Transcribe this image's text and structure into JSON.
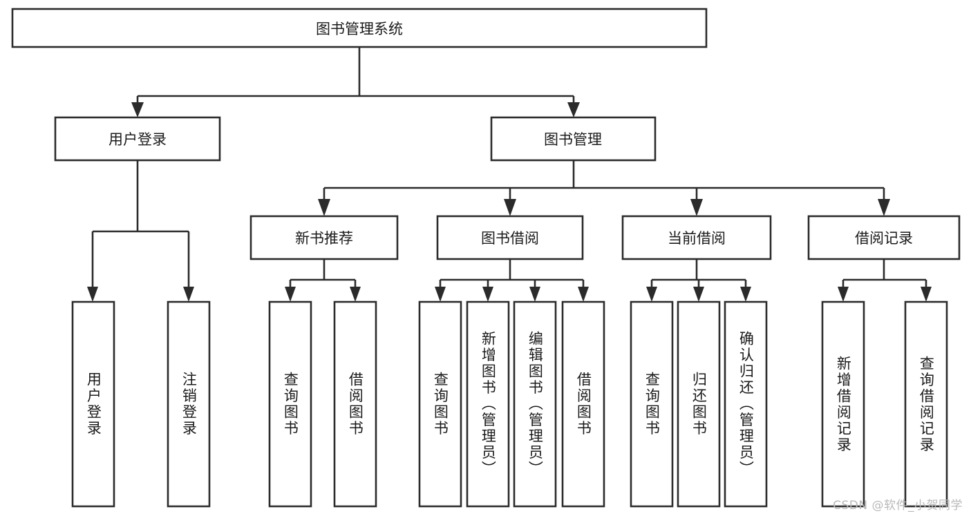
{
  "diagram": {
    "type": "tree-hierarchy",
    "title": "图书管理系统",
    "root": {
      "label": "图书管理系统",
      "orientation": "horizontal"
    },
    "level2": [
      {
        "label": "用户登录",
        "orientation": "horizontal"
      },
      {
        "label": "图书管理",
        "orientation": "horizontal"
      }
    ],
    "level3": [
      {
        "label": "新书推荐",
        "orientation": "horizontal"
      },
      {
        "label": "图书借阅",
        "orientation": "horizontal"
      },
      {
        "label": "当前借阅",
        "orientation": "horizontal"
      },
      {
        "label": "借阅记录",
        "orientation": "horizontal"
      }
    ],
    "leaves": [
      {
        "label": "用户登录",
        "parent": "用户登录",
        "orientation": "vertical"
      },
      {
        "label": "注销登录",
        "parent": "用户登录",
        "orientation": "vertical"
      },
      {
        "label": "查询图书",
        "parent": "新书推荐",
        "orientation": "vertical"
      },
      {
        "label": "借阅图书",
        "parent": "新书推荐",
        "orientation": "vertical"
      },
      {
        "label": "查询图书",
        "parent": "图书借阅",
        "orientation": "vertical"
      },
      {
        "label": "新增图书（管理员）",
        "parent": "图书借阅",
        "orientation": "vertical"
      },
      {
        "label": "编辑图书（管理员）",
        "parent": "图书借阅",
        "orientation": "vertical"
      },
      {
        "label": "借阅图书",
        "parent": "图书借阅",
        "orientation": "vertical"
      },
      {
        "label": "查询图书",
        "parent": "当前借阅",
        "orientation": "vertical"
      },
      {
        "label": "归还图书",
        "parent": "当前借阅",
        "orientation": "vertical"
      },
      {
        "label": "确认归还（管理员）",
        "parent": "当前借阅",
        "orientation": "vertical"
      },
      {
        "label": "新增借阅记录",
        "parent": "借阅记录",
        "orientation": "vertical"
      },
      {
        "label": "查询借阅记录",
        "parent": "借阅记录",
        "orientation": "vertical"
      }
    ],
    "colors": {
      "stroke": "#2b2b2b",
      "fill": "#ffffff",
      "text": "#1a1a1a",
      "watermark": "#b9b9b9"
    }
  },
  "watermark": {
    "text": "CSDN @软件_小贺同学"
  }
}
